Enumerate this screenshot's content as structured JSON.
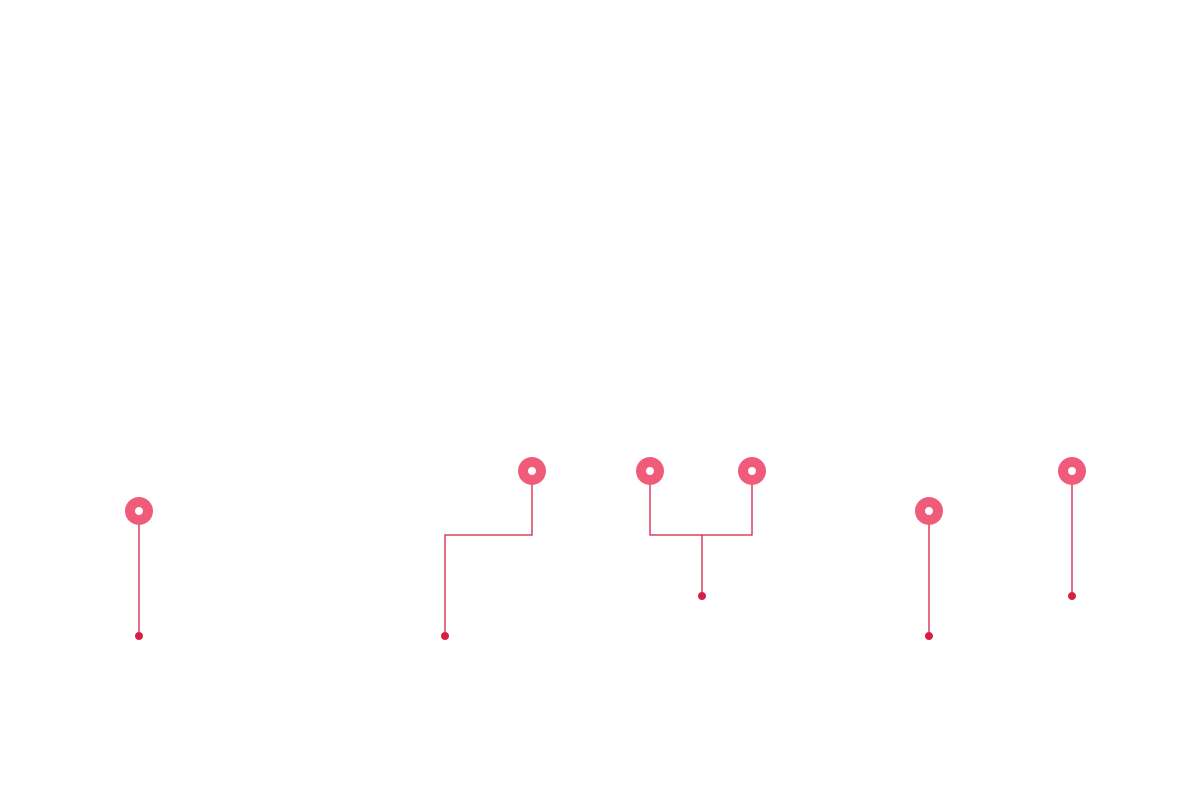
{
  "colors": {
    "marker": "#ef5b78",
    "marker_center": "#ffffff",
    "line": "#d71f45",
    "endpoint": "#d71f45",
    "background": "#ffffff"
  },
  "annotations": [
    {
      "id": "a",
      "markers": 1,
      "shape": "vertical"
    },
    {
      "id": "b",
      "markers": 1,
      "shape": "step"
    },
    {
      "id": "c",
      "markers": 2,
      "shape": "bracket"
    },
    {
      "id": "d",
      "markers": 1,
      "shape": "vertical"
    },
    {
      "id": "e",
      "markers": 1,
      "shape": "vertical"
    }
  ]
}
